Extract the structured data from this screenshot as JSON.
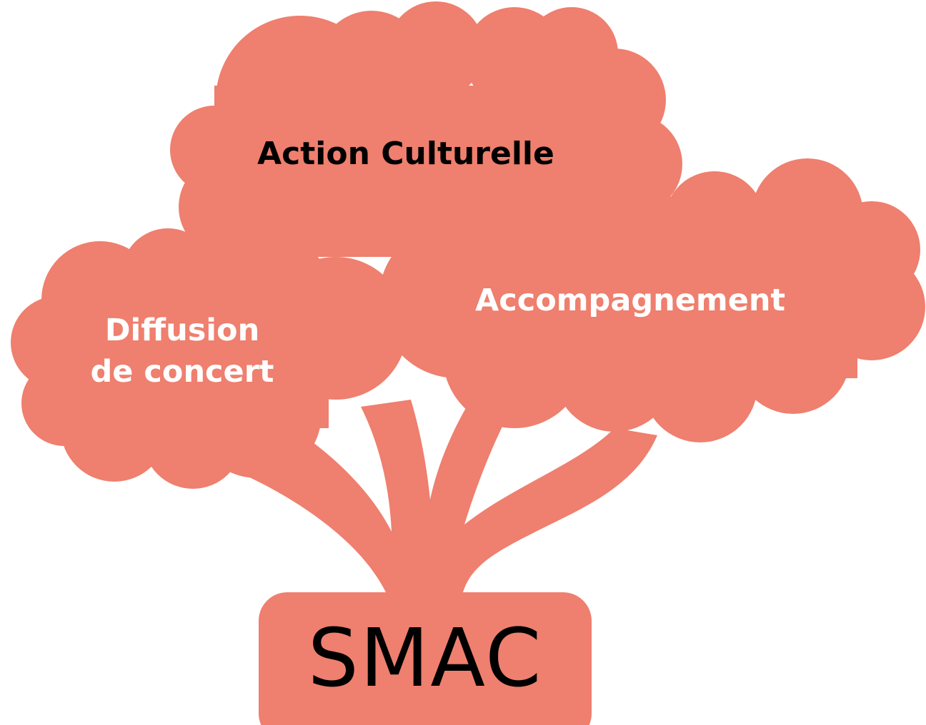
{
  "colors": {
    "tree_fill": "#ef7f6e",
    "background": "#ffffff",
    "dark_text": "#000000",
    "light_text": "#ffffff"
  },
  "canopy": {
    "top": {
      "label": "Action Culturelle"
    },
    "right": {
      "label": "Accompagnement"
    },
    "left": {
      "label_line1": "Diffusion",
      "label_line2": "de concert"
    }
  },
  "trunk": {
    "label": "SMAC"
  }
}
